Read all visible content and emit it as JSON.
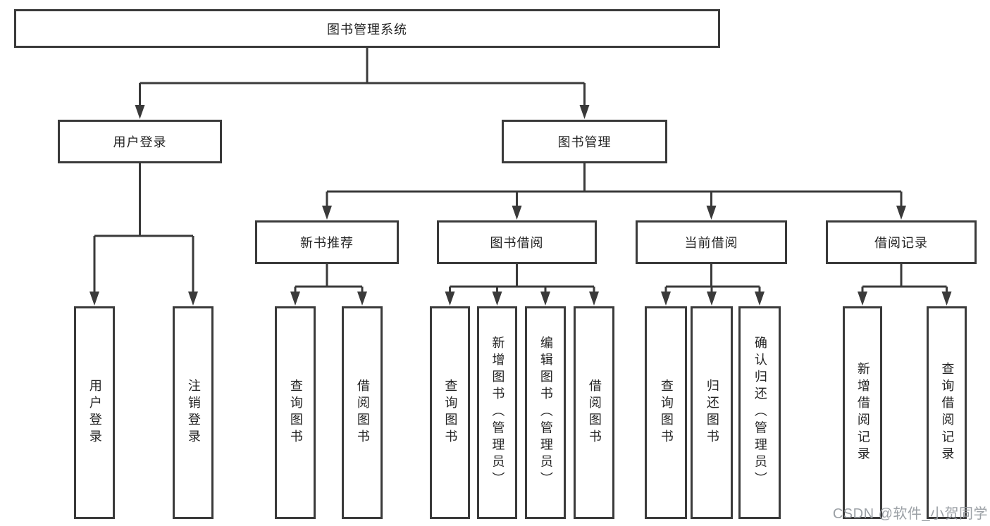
{
  "tree": {
    "root": {
      "label": "图书管理系统"
    },
    "children": [
      {
        "label": "用户登录",
        "children": [
          {
            "label": "用户登录"
          },
          {
            "label": "注销登录"
          }
        ]
      },
      {
        "label": "图书管理",
        "children": [
          {
            "label": "新书推荐",
            "children": [
              {
                "label": "查询图书"
              },
              {
                "label": "借阅图书"
              }
            ]
          },
          {
            "label": "图书借阅",
            "children": [
              {
                "label": "查询图书"
              },
              {
                "label": "新增图书（管理员）"
              },
              {
                "label": "编辑图书（管理员）"
              },
              {
                "label": "借阅图书"
              }
            ]
          },
          {
            "label": "当前借阅",
            "children": [
              {
                "label": "查询图书"
              },
              {
                "label": "归还图书"
              },
              {
                "label": "确认归还（管理员）"
              }
            ]
          },
          {
            "label": "借阅记录",
            "children": [
              {
                "label": "新增借阅记录"
              },
              {
                "label": "查询借阅记录"
              }
            ]
          }
        ]
      }
    ]
  },
  "watermark": {
    "text": "CSDN @软件_小贺同学"
  },
  "colors": {
    "line": "#3a3a3a",
    "text": "#242424",
    "background": "#ffffff",
    "watermark": "#969ba0"
  }
}
